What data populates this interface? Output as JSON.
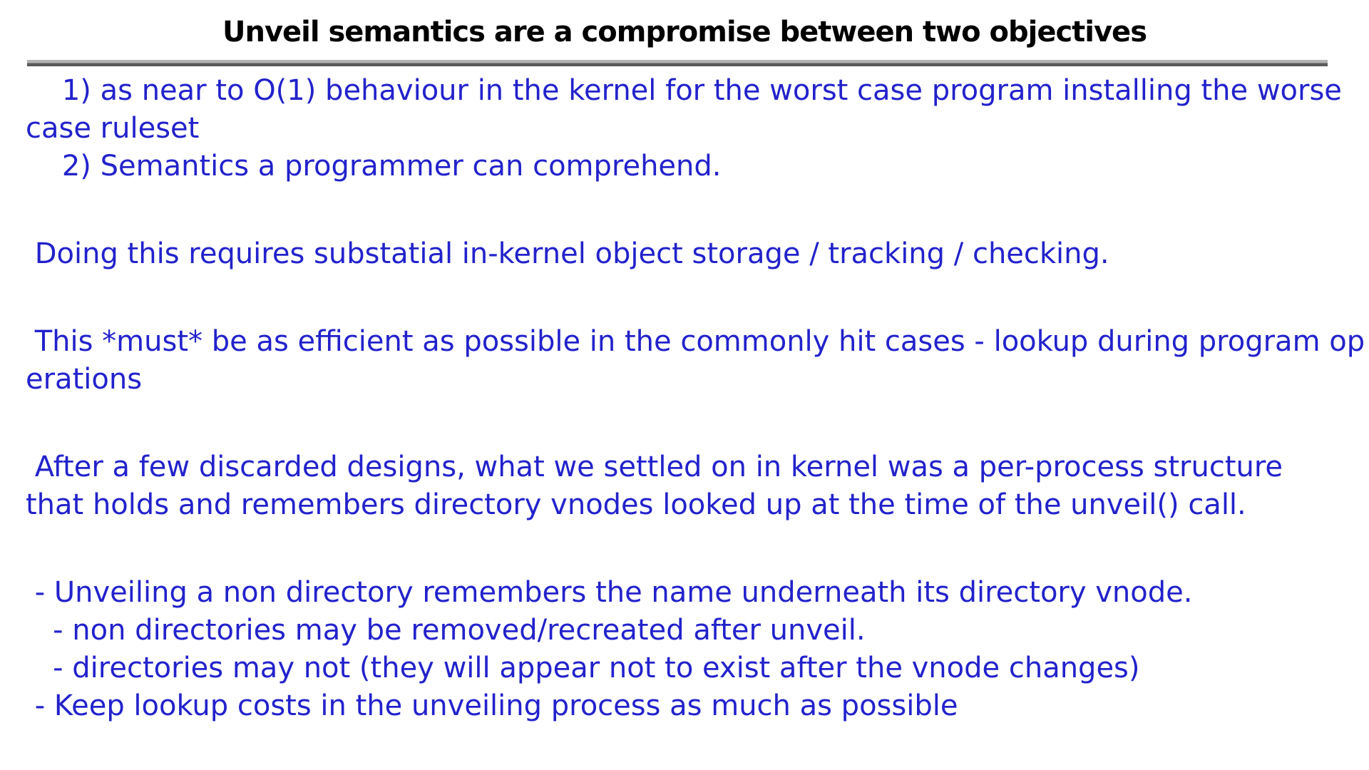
{
  "colors": {
    "page-bg": "#ffffff",
    "title-color": "#000000",
    "body-text": "#2222cc",
    "rule-top": "#b3b3b3",
    "rule-bottom": "#5a5a5a"
  },
  "slide": {
    "title": "Unveil semantics are a compromise between two objectives",
    "paragraphs": [
      {
        "lines": [
          "    1) as near to O(1) behaviour in the kernel for the worst case program installing the worse",
          "case ruleset",
          "    2) Semantics a programmer can comprehend."
        ]
      },
      {
        "lines": [
          " Doing this requires substatial in-kernel object storage / tracking / checking."
        ]
      },
      {
        "lines": [
          " This *must* be as efficient as possible in the commonly hit cases - lookup during program op",
          "erations"
        ]
      },
      {
        "lines": [
          " After a few discarded designs, what we settled on in kernel was a per-process structure",
          "that holds and remembers directory vnodes looked up at the time of the unveil() call."
        ]
      },
      {
        "lines": [
          " - Unveiling a non directory remembers the name underneath its directory vnode.",
          "   - non directories may be removed/recreated after unveil.",
          "   - directories may not (they will appear not to exist after the vnode changes)",
          " - Keep lookup costs in the unveiling process as much as possible"
        ]
      }
    ]
  }
}
